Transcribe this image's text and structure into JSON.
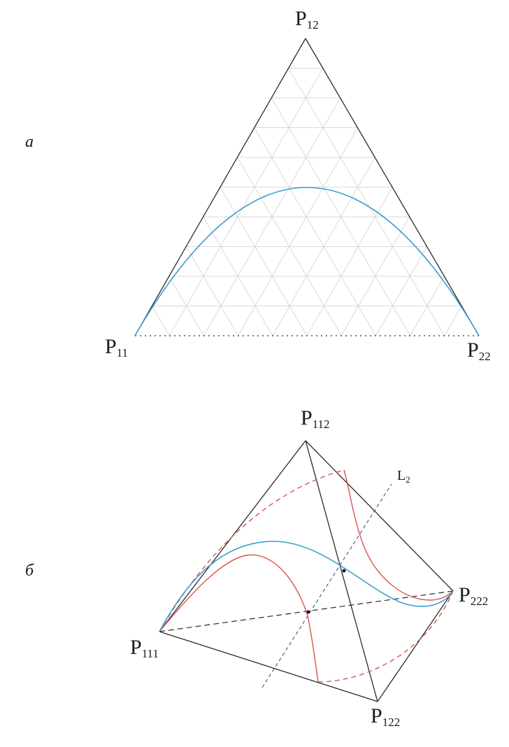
{
  "panel_a": {
    "label": "а",
    "vertices": {
      "top": {
        "main": "P",
        "sub": "12"
      },
      "left": {
        "main": "P",
        "sub": "11"
      },
      "right": {
        "main": "P",
        "sub": "22"
      }
    }
  },
  "panel_b": {
    "label": "б",
    "vertices": {
      "top": {
        "main": "P",
        "sub": "112"
      },
      "left": {
        "main": "P",
        "sub": "111"
      },
      "right": {
        "main": "P",
        "sub": "222"
      },
      "bottom": {
        "main": "P",
        "sub": "122"
      }
    },
    "line": {
      "main": "L",
      "sub": "2"
    }
  },
  "colors": {
    "edge": "#2a2a2a",
    "grid": "#d9d9d9",
    "curve_blue": "#3a9fcf",
    "curve_red": "#d9534f"
  }
}
